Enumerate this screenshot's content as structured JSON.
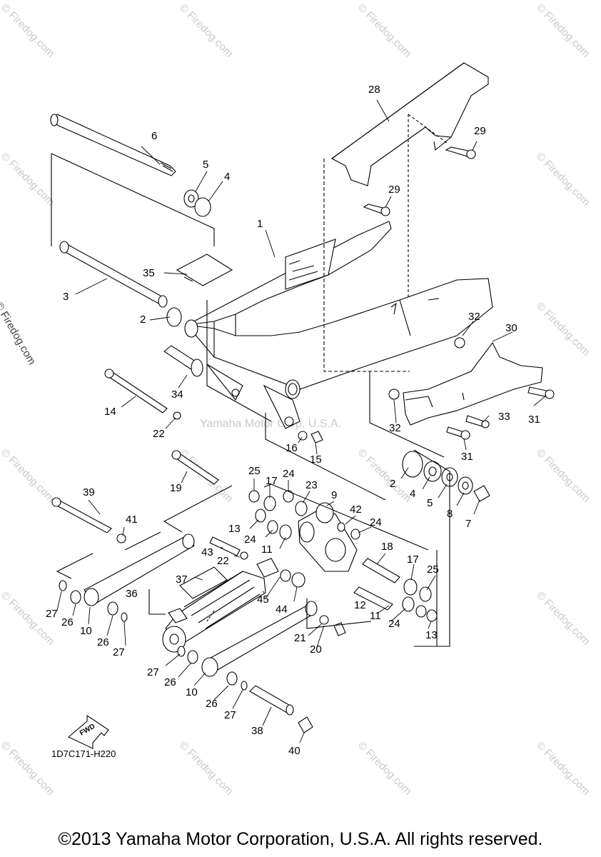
{
  "diagram_code": "1D7C171-H220",
  "copyright": "©2013 Yamaha Motor Corporation, U.S.A. All rights reserved.",
  "fwd_label": "FWD",
  "watermark_center": "Yamaha Motor Corp, U.S.A.",
  "watermark_side": "© Firedog.com",
  "watermark_tile": "© Firedog.com",
  "part_numbers": [
    "1",
    "2",
    "3",
    "4",
    "5",
    "6",
    "7",
    "8",
    "9",
    "10",
    "11",
    "12",
    "13",
    "14",
    "15",
    "16",
    "17",
    "18",
    "19",
    "20",
    "21",
    "22",
    "23",
    "24",
    "25",
    "26",
    "27",
    "28",
    "29",
    "30",
    "31",
    "32",
    "33",
    "34",
    "35",
    "36",
    "37",
    "38",
    "39",
    "40",
    "41",
    "42",
    "43",
    "44",
    "45"
  ]
}
